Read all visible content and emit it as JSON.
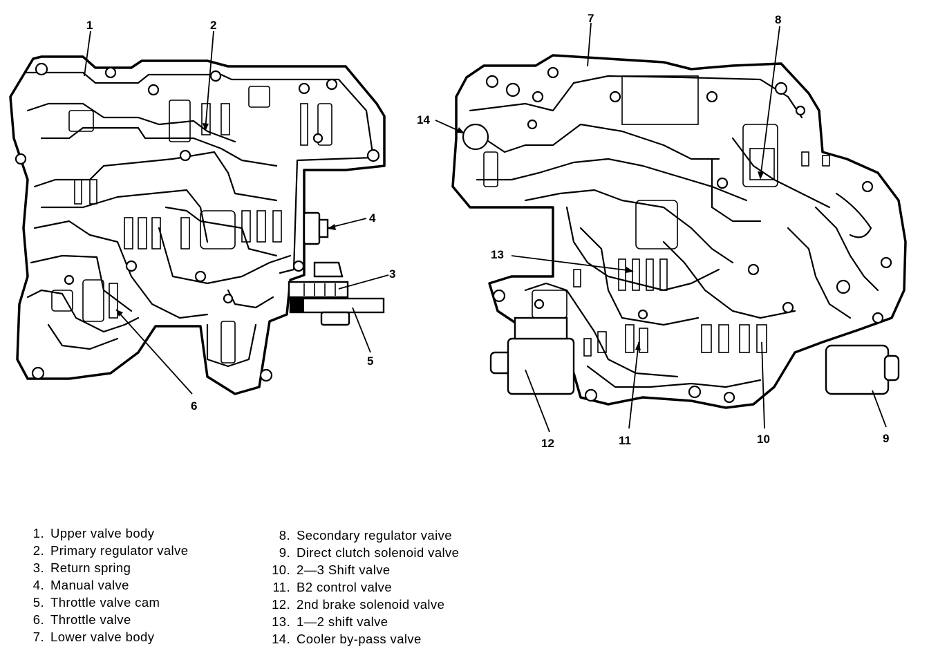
{
  "callouts": {
    "c1": "1",
    "c2": "2",
    "c3": "3",
    "c4": "4",
    "c5": "5",
    "c6": "6",
    "c7": "7",
    "c8": "8",
    "c9": "9",
    "c10": "10",
    "c11": "11",
    "c12": "12",
    "c13": "13",
    "c14": "14"
  },
  "legend_left": [
    {
      "num": "1.",
      "label": "Upper valve body"
    },
    {
      "num": "2.",
      "label": "Primary regulator valve"
    },
    {
      "num": "3.",
      "label": "Return spring"
    },
    {
      "num": "4.",
      "label": "Manual valve"
    },
    {
      "num": "5.",
      "label": "Throttle valve cam"
    },
    {
      "num": "6.",
      "label": "Throttle valve"
    },
    {
      "num": "7.",
      "label": "Lower valve body"
    }
  ],
  "legend_right": [
    {
      "num": "8.",
      "label": "Secondary regulator vaive"
    },
    {
      "num": "9.",
      "label": "Direct clutch solenoid valve"
    },
    {
      "num": "10.",
      "label": "2—3 Shift valve"
    },
    {
      "num": "11.",
      "label": "B2 control valve"
    },
    {
      "num": "12.",
      "label": "2nd brake solenoid valve"
    },
    {
      "num": "13.",
      "label": "1—2 shift valve"
    },
    {
      "num": "14.",
      "label": "Cooler by-pass valve"
    }
  ]
}
